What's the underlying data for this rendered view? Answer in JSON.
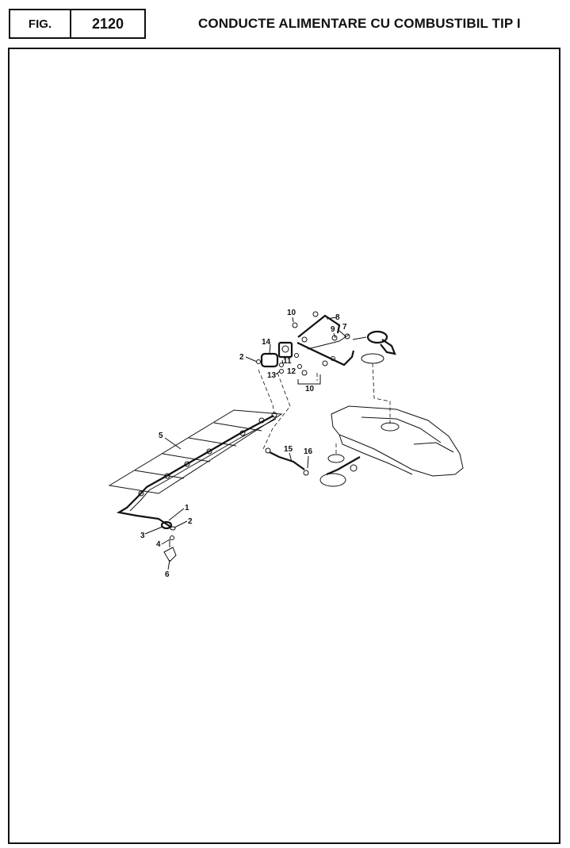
{
  "header": {
    "fig_label": "FIG.",
    "fig_number": "2120",
    "title": "CONDUCTE ALIMENTARE CU COMBUSTIBIL TIP I"
  },
  "callouts": [
    "1",
    "2",
    "2",
    "3",
    "4",
    "5",
    "6",
    "7",
    "8",
    "9",
    "10",
    "10",
    "11",
    "12",
    "13",
    "14",
    "15",
    "16"
  ]
}
